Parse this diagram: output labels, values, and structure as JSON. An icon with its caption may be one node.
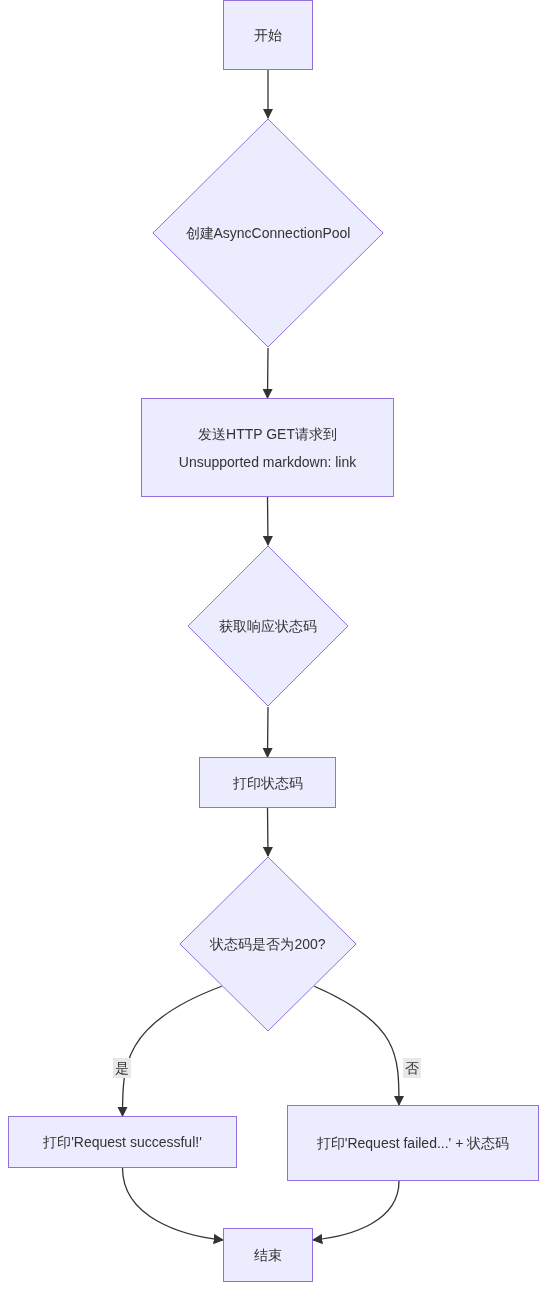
{
  "diagram": {
    "nodes": [
      {
        "text": [
          "开始"
        ]
      },
      {
        "text": [
          "创建AsyncConnectionPool"
        ]
      },
      {
        "text": [
          "发送HTTP GET请求到 Unsupported markdown: link"
        ]
      },
      {
        "text": [
          "获取响应状态码"
        ]
      },
      {
        "text": [
          "打印状态码"
        ]
      },
      {
        "text": [
          "状态码是否为200?"
        ]
      },
      {
        "text": [
          "打印'Request successful!'"
        ]
      },
      {
        "text": [
          "打印'Request failed...' + 状态码"
        ]
      },
      {
        "text": [
          "结束"
        ]
      }
    ],
    "edges": [
      {
        "from": 0,
        "to": 1,
        "arrow": "to"
      },
      {
        "from": 1,
        "to": 2,
        "arrow": "to"
      },
      {
        "from": 2,
        "to": 3,
        "arrow": "to"
      },
      {
        "from": 3,
        "to": 4,
        "arrow": "to"
      },
      {
        "from": 4,
        "to": 5,
        "arrow": "to"
      },
      {
        "from": 5,
        "to": 6,
        "arrow": "to",
        "label": "是"
      },
      {
        "from": 5,
        "to": 7,
        "arrow": "to",
        "label": "否"
      },
      {
        "from": 6,
        "to": 8,
        "arrow": "to"
      },
      {
        "from": 7,
        "to": 8,
        "arrow": "to"
      }
    ]
  }
}
